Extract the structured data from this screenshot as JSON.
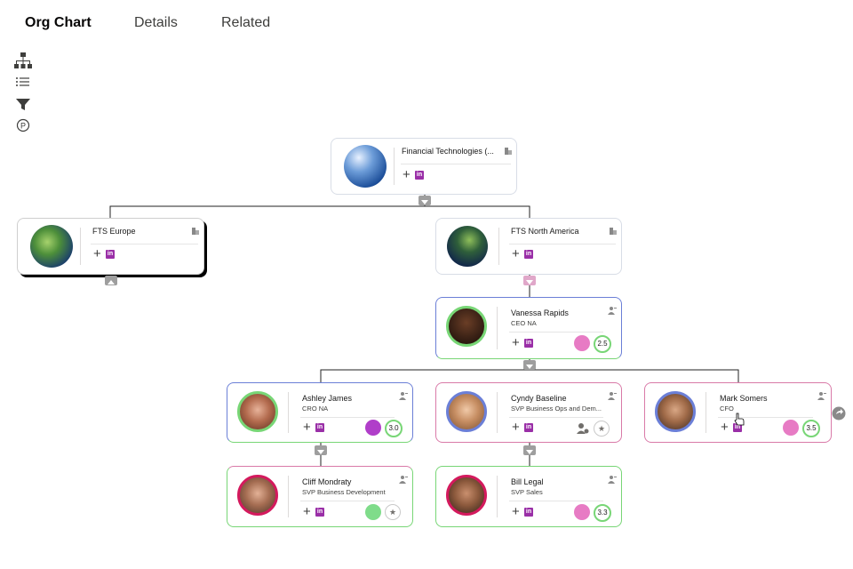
{
  "tabs": [
    {
      "label": "Org Chart",
      "active": true
    },
    {
      "label": "Details",
      "active": false
    },
    {
      "label": "Related",
      "active": false
    }
  ],
  "toolbar": {
    "icons": [
      "hierarchy-icon",
      "list-icon",
      "filter-icon",
      "p-icon"
    ]
  },
  "linkedin_label": "in",
  "plus_label": "+",
  "nodes": {
    "root": {
      "name": "Financial Technologies (...",
      "icon": "building-icon"
    },
    "europe": {
      "name": "FTS Europe",
      "icon": "building-icon"
    },
    "north_america": {
      "name": "FTS North America",
      "icon": "building-icon"
    },
    "vanessa": {
      "name": "Vanessa Rapids",
      "title": "CEO NA",
      "score": "2.5",
      "badge": "hands-icon"
    },
    "ashley": {
      "name": "Ashley James",
      "title": "CRO NA",
      "score": "3.0",
      "badge": "user-add-icon"
    },
    "cyndy": {
      "name": "Cyndy Baseline",
      "title": "SVP Business Ops and Dem...",
      "badge": "user-settings-icon",
      "star": "★"
    },
    "mark": {
      "name": "Mark Somers",
      "title": "CFO",
      "score": "3.5",
      "badge": "user-settings-icon"
    },
    "cliff": {
      "name": "Cliff Mondraty",
      "title": "SVP Business Development",
      "badge": "team-icon",
      "star": "★"
    },
    "bill": {
      "name": "Bill Legal",
      "title": "SVP Sales",
      "score": "3.3",
      "badge": "megaphone-icon"
    }
  },
  "colors": {
    "linkedin": "#9a2fa7",
    "green_border": "#78d676",
    "blue_border": "#6b7fd7",
    "pink_border": "#d97aa8",
    "pink_badge": "#e77bc4",
    "purple_badge": "#b03ec9",
    "green_badge": "#7fdc8a"
  }
}
